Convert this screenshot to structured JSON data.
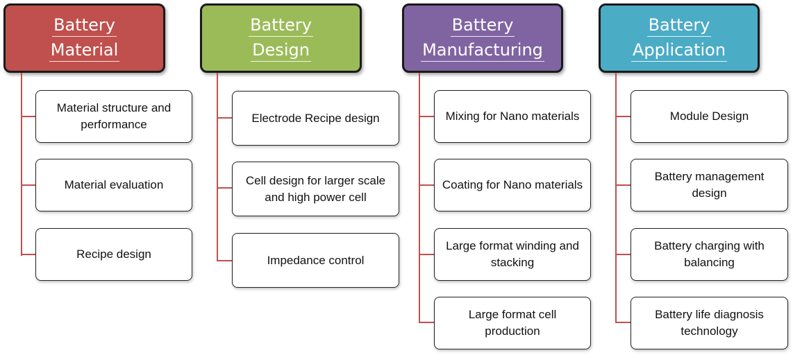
{
  "columns": [
    {
      "id": "material",
      "color": "#c0504d",
      "title_lines": [
        "Battery",
        "Material"
      ],
      "items": [
        "Material structure and performance",
        "Material evaluation",
        "Recipe design"
      ]
    },
    {
      "id": "design",
      "color": "#9bbb59",
      "title_lines": [
        "Battery",
        "Design"
      ],
      "items": [
        "Electrode Recipe design",
        "Cell design for larger scale and high power cell",
        "Impedance control"
      ]
    },
    {
      "id": "manufacturing",
      "color": "#8064a2",
      "title_lines": [
        "Battery",
        "Manufacturing"
      ],
      "items": [
        "Mixing for Nano materials",
        "Coating for Nano materials",
        "Large format winding and stacking",
        "Large format cell production"
      ]
    },
    {
      "id": "application",
      "color": "#4bacc6",
      "title_lines": [
        "Battery",
        "Application"
      ],
      "items": [
        "Module Design",
        "Battery management design",
        "Battery charging  with balancing",
        "Battery life diagnosis technology"
      ]
    }
  ],
  "connector_color": "#c0504d"
}
